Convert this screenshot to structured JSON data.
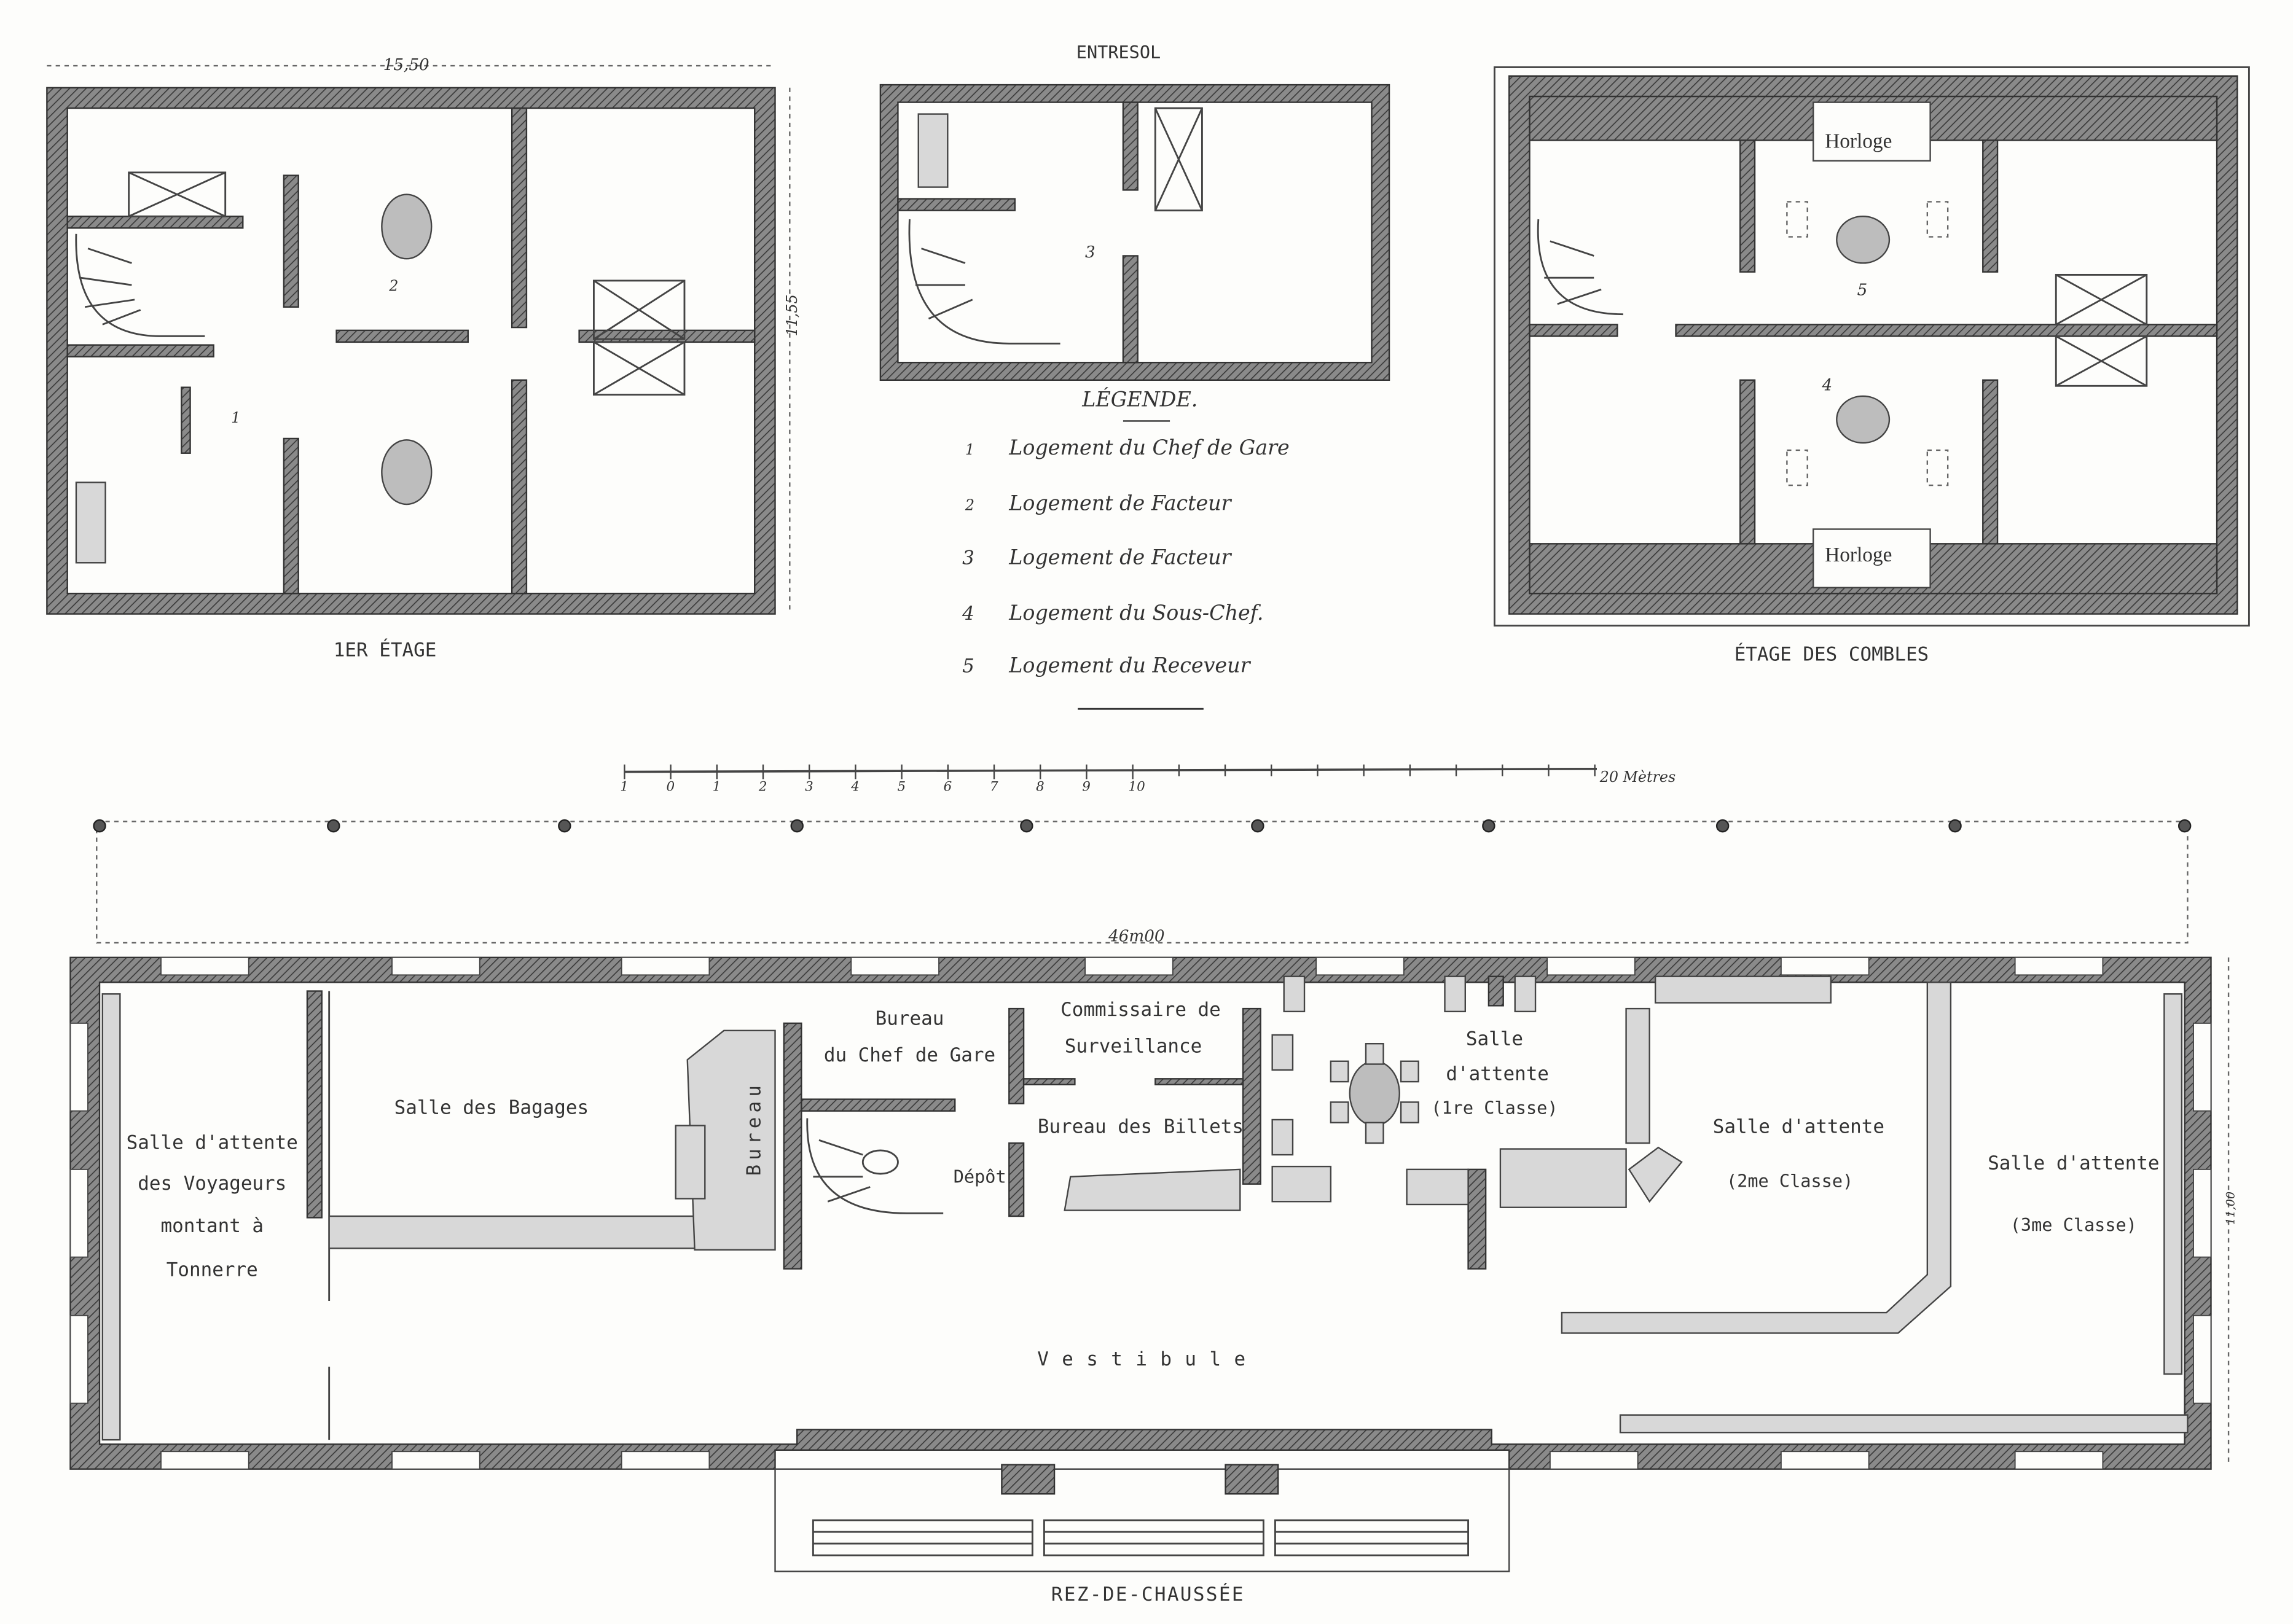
{
  "first_floor": {
    "title": "1ER ÉTAGE",
    "width_dim": "15,50",
    "depth_dim": "11,55",
    "room_numbers": [
      "1",
      "2"
    ]
  },
  "entresol": {
    "title": "ENTRESOL",
    "room_number": "3"
  },
  "legend": {
    "title": "LÉGENDE.",
    "items": [
      {
        "num": "1",
        "label": "Logement du Chef de Gare"
      },
      {
        "num": "2",
        "label": "Logement de Facteur"
      },
      {
        "num": "3",
        "label": "Logement de Facteur"
      },
      {
        "num": "4",
        "label": "Logement du Sous-Chef."
      },
      {
        "num": "5",
        "label": "Logement du Receveur"
      }
    ]
  },
  "attic": {
    "title": "ÉTAGE DES COMBLES",
    "clock_top": "Horloge",
    "clock_bottom": "Horloge",
    "room_numbers": [
      "5",
      "4"
    ]
  },
  "scale_bar": {
    "ticks": [
      "1",
      "0",
      "1",
      "2",
      "3",
      "4",
      "5",
      "6",
      "7",
      "8",
      "9",
      "10"
    ],
    "end_label": "20 Mètres"
  },
  "ground_floor": {
    "title": "REZ-DE-CHAUSSÉE",
    "length_dim": "46m00",
    "depth_dim": "11,00",
    "rooms": {
      "voyageurs": [
        "Salle d'attente",
        "des Voyageurs",
        "montant à",
        "Tonnerre"
      ],
      "bagages": "Salle des Bagages",
      "bureau": "Bureau",
      "chef_de_gare": [
        "Bureau",
        "du Chef de Gare"
      ],
      "commissaire": [
        "Commissaire de",
        "Surveillance"
      ],
      "billets": "Bureau des Billets",
      "depot": "Dépôt",
      "premiere": [
        "Salle",
        "d'attente",
        "(1re Classe)"
      ],
      "deuxieme": [
        "Salle d'attente",
        "(2me Classe)"
      ],
      "troisieme": [
        "Salle d'attente",
        "(3me Classe)"
      ],
      "vestibule": "Vestibule"
    }
  }
}
